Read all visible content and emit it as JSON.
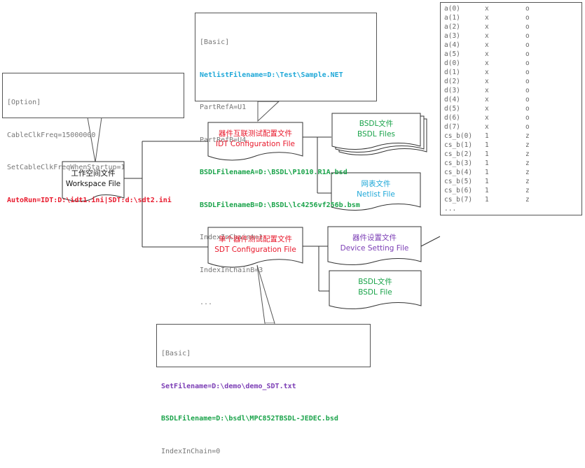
{
  "colors": {
    "red": "#e8192c",
    "green": "#1aa34a",
    "cyan": "#1fa8d8",
    "purple": "#7b3db5",
    "gray": "#777777",
    "line": "#333333"
  },
  "option_callout": {
    "header": "[Option]",
    "line1": "CableClkFreq=15000000",
    "line2": "SetCableClkFreqWhenStartup=1",
    "line3": "AutoRun=IDT:D:\\idt1.ini|SDT:d:\\sdt2.ini"
  },
  "idt_callout": {
    "header": "[Basic]",
    "netlist": "NetlistFilename=D:\\Test\\Sample.NET",
    "partA": "PartRefA=U1",
    "partB": "PartRefB=U4",
    "bsdlA": "BSDLFilenameA=D:\\BSDL\\P1010.R1A.bsd",
    "bsdlB": "BSDLFilenameB=D:\\BSDL\\lc4256vf256b.bsm",
    "idxA": "IndexInChainA=1",
    "idxB": "IndexInChainB=3",
    "ellipsis": "..."
  },
  "sdt_callout": {
    "header": "[Basic]",
    "setfile": "SetFilename=D:\\demo\\demo_SDT.txt",
    "bsdl": "BSDLFilename=D:\\bsdl\\MPC852TBSDL-JEDEC.bsd",
    "idx": "IndexInChain=0"
  },
  "workspace": {
    "zh": "工作空间文件",
    "en": "Workspace File"
  },
  "idt": {
    "zh": "器件互联测试配置文件",
    "en": "IDT Configuration File"
  },
  "sdt": {
    "zh": "单个器件测试配置文件",
    "en": "SDT Configuration File"
  },
  "bsdl_files": {
    "zh": "BSDL文件",
    "en": "BSDL Files"
  },
  "netlist_file": {
    "zh": "网表文件",
    "en": "Netlist File"
  },
  "device_setting": {
    "zh": "器件设置文件",
    "en": "Device Setting File"
  },
  "bsdl_file": {
    "zh": "BSDL文件",
    "en": "BSDL File"
  },
  "pin_table": {
    "rows": [
      [
        "a(0)",
        "x",
        "o"
      ],
      [
        "a(1)",
        "x",
        "o"
      ],
      [
        "a(2)",
        "x",
        "o"
      ],
      [
        "a(3)",
        "x",
        "o"
      ],
      [
        "a(4)",
        "x",
        "o"
      ],
      [
        "a(5)",
        "x",
        "o"
      ],
      [
        "d(0)",
        "x",
        "o"
      ],
      [
        "d(1)",
        "x",
        "o"
      ],
      [
        "d(2)",
        "x",
        "o"
      ],
      [
        "d(3)",
        "x",
        "o"
      ],
      [
        "d(4)",
        "x",
        "o"
      ],
      [
        "d(5)",
        "x",
        "o"
      ],
      [
        "d(6)",
        "x",
        "o"
      ],
      [
        "d(7)",
        "x",
        "o"
      ],
      [
        "cs_b(0)",
        "1",
        "z"
      ],
      [
        "cs_b(1)",
        "1",
        "z"
      ],
      [
        "cs_b(2)",
        "1",
        "z"
      ],
      [
        "cs_b(3)",
        "1",
        "z"
      ],
      [
        "cs_b(4)",
        "1",
        "z"
      ],
      [
        "cs_b(5)",
        "1",
        "z"
      ],
      [
        "cs_b(6)",
        "1",
        "z"
      ],
      [
        "cs_b(7)",
        "1",
        "z"
      ]
    ],
    "ellipsis": "..."
  }
}
